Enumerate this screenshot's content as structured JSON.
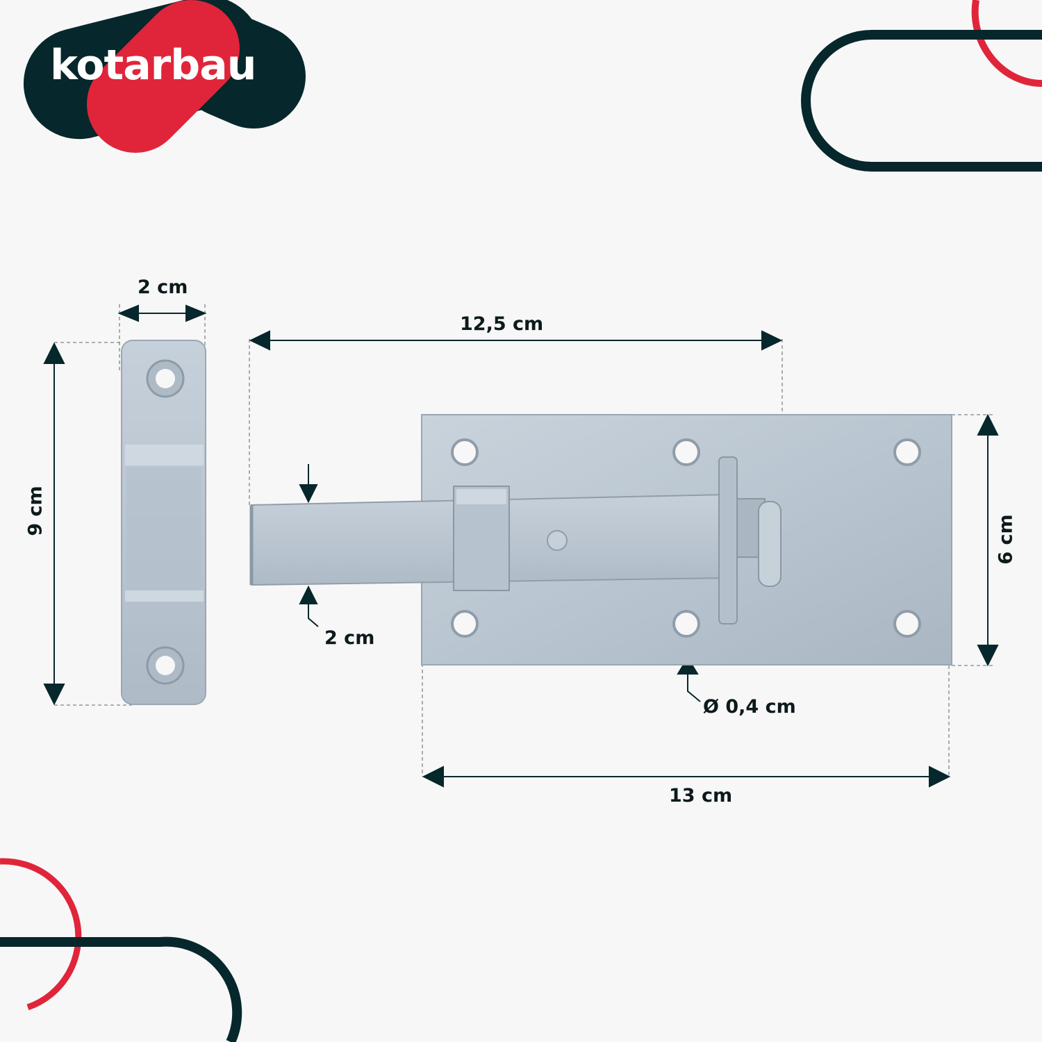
{
  "brand": {
    "name": "kotarbau",
    "colors": {
      "dark": "#06272b",
      "red": "#e0253a",
      "metal": "#bcc8d3"
    }
  },
  "dimensions": {
    "keeper_width": "2 cm",
    "keeper_height": "9 cm",
    "bolt_length": "12,5 cm",
    "bolt_width": "2 cm",
    "plate_height": "6 cm",
    "plate_width": "13 cm",
    "hole_diameter": "Ø 0,4 cm"
  }
}
